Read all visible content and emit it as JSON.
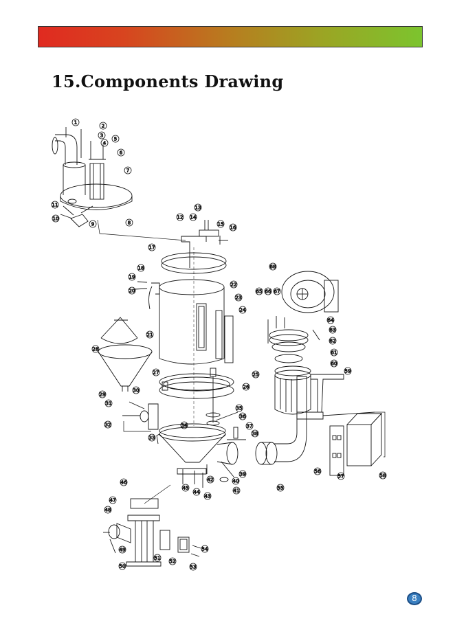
{
  "page": {
    "title": "15.Components Drawing",
    "page_number": "8",
    "banner_gradient": [
      "#e02a20",
      "#b77d1f",
      "#7cc42e"
    ]
  },
  "callouts": {
    "c1": "1",
    "c2": "2",
    "c3": "3",
    "c4": "4",
    "c5": "5",
    "c6": "6",
    "c7": "7",
    "c8": "8",
    "c9": "9",
    "c10": "10",
    "c11": "11",
    "c12": "12",
    "c13": "13",
    "c14": "14",
    "c15": "15",
    "c16": "16",
    "c17": "17",
    "c18": "18",
    "c19": "19",
    "c20": "20",
    "c21": "21",
    "c22": "22",
    "c23": "23",
    "c24": "24",
    "c25": "25",
    "c26": "26",
    "c27": "27",
    "c28": "28",
    "c29": "29",
    "c30": "30",
    "c31": "31",
    "c32": "32",
    "c33": "33",
    "c34": "34",
    "c35": "35",
    "c36": "36",
    "c37": "37",
    "c38": "38",
    "c39": "39",
    "c40": "40",
    "c41": "41",
    "c42": "42",
    "c43": "43",
    "c44": "44",
    "c45": "45",
    "c46": "46",
    "c47": "47",
    "c48": "48",
    "c49": "49",
    "c50": "50",
    "c51": "51",
    "c52": "52",
    "c53": "53",
    "c54": "54",
    "c55": "55",
    "c56": "56",
    "c57": "57",
    "c58": "58",
    "c59": "59",
    "c60": "60",
    "c61": "61",
    "c62": "62",
    "c63": "63",
    "c64": "64",
    "c65": "65",
    "c66": "66",
    "c67": "67",
    "c68": "68"
  }
}
